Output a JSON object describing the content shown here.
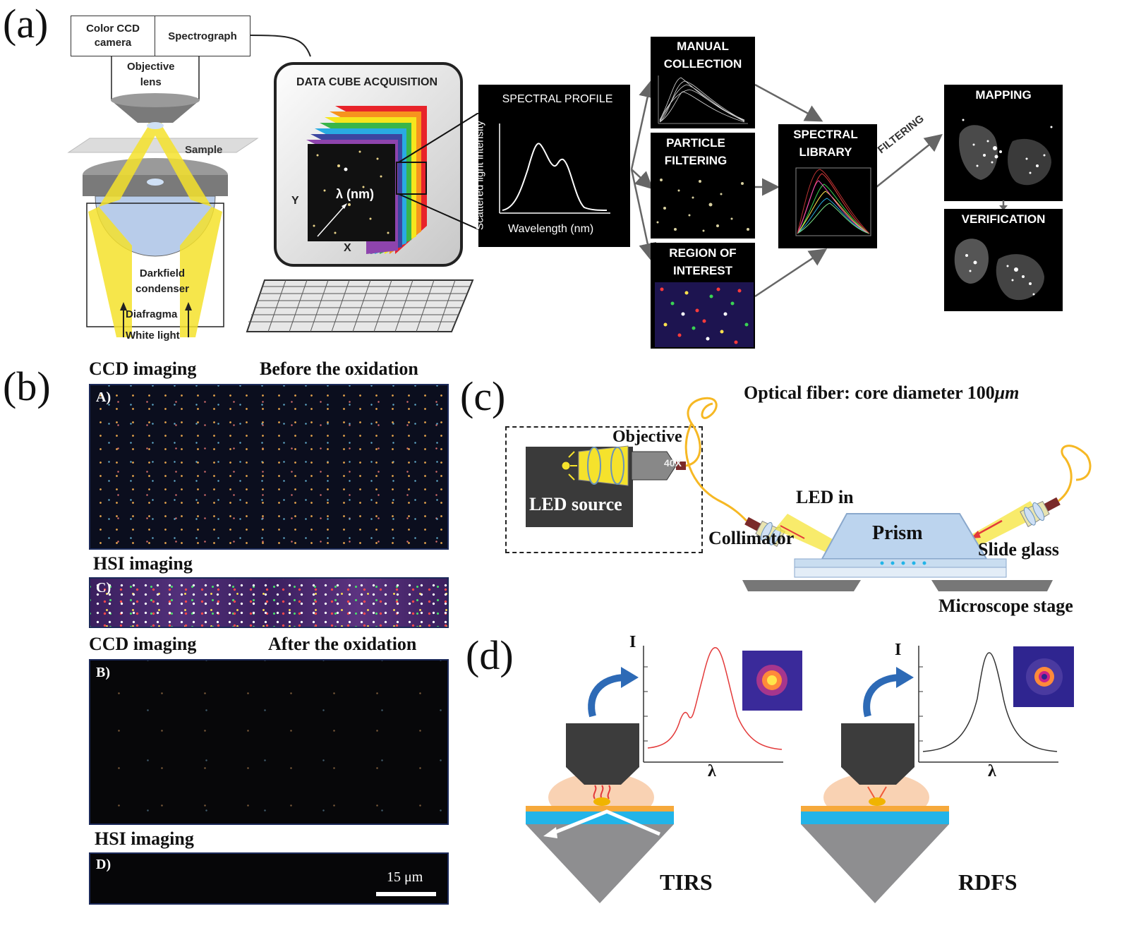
{
  "panels": {
    "a": "(a)",
    "b": "(b)",
    "c": "(c)",
    "d": "(d)"
  },
  "a": {
    "camera": "Color CCD camera",
    "camera_l1": "Color CCD",
    "camera_l2": "camera",
    "spectrograph": "Spectrograph",
    "objective_l1": "Objective",
    "objective_l2": "lens",
    "sample": "Sample",
    "condenser_l1": "Darkfield",
    "condenser_l2": "condenser",
    "diafragma": "Diafragma",
    "white_light": "White light",
    "cube_title": "DATA CUBE ACQUISITION",
    "cube_y": "Y",
    "cube_x": "X",
    "cube_lambda": "λ (nm)",
    "profile_title": "SPECTRAL PROFILE",
    "profile_ylabel": "Scattered light intensity",
    "profile_xlabel": "Wavelength (nm)",
    "manual_l1": "MANUAL",
    "manual_l2": "COLLECTION",
    "particle_l1": "PARTICLE",
    "particle_l2": "FILTERING",
    "roi_l1": "REGION OF",
    "roi_l2": "INTEREST",
    "library_l1": "SPECTRAL",
    "library_l2": "LIBRARY",
    "filtering": "FILTERING",
    "mapping": "MAPPING",
    "verification": "VERIFICATION"
  },
  "b": {
    "ccd1": "CCD imaging",
    "before": "Before the oxidation",
    "A": "A)",
    "hsi1": "HSI imaging",
    "C": "C)",
    "ccd2": "CCD imaging",
    "after": "After the oxidation",
    "B": "B)",
    "hsi2": "HSI imaging",
    "D": "D)",
    "scale": "15 μm"
  },
  "c": {
    "fiber": "Optical fiber: core diameter 100",
    "fiber_unit": "μm",
    "objective": "Objective",
    "mag": "40X",
    "led_source": "LED source",
    "led_in": "LED in",
    "prism": "Prism",
    "collimator": "Collimator",
    "slide": "Slide glass",
    "stage": "Microscope stage"
  },
  "d": {
    "I1": "I",
    "lambda1": "λ",
    "tirs": "TIRS",
    "I2": "I",
    "lambda2": "λ",
    "rdfs": "RDFS"
  },
  "colors": {
    "yellow": "#f5e22c",
    "orange": "#f6a93b",
    "cyan": "#22b4e8",
    "darkblue": "#1c2a5a",
    "red": "#e33a3a"
  }
}
